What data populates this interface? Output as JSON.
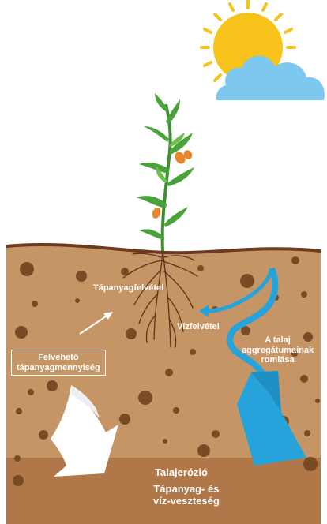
{
  "labels": {
    "nutrient_uptake": "Tápanyagfelvétel",
    "water_uptake": "Vízfelvétel",
    "available_nutrients_line1": "Felvehető",
    "available_nutrients_line2": "tápanyagmennyiség",
    "aggregate_line1": "A talaj",
    "aggregate_line2": "aggregátumainak",
    "aggregate_line3": "romlása",
    "erosion": "Talajerózió",
    "loss_line1": "Tápanyag- és",
    "loss_line2": "víz-veszteség"
  },
  "colors": {
    "soil": "#c59565",
    "soil_dark": "#b07848",
    "soil_top_line": "#6b3a1f",
    "pebble": "#7a4a25",
    "sun": "#f7c21a",
    "cloud": "#7dc8ee",
    "plant": "#4aa23a",
    "flower": "#e8872a",
    "water_arrow": "#27a3dc",
    "white_arrow": "#ffffff"
  },
  "icons": [
    "sun-icon",
    "cloud-icon",
    "plant-icon",
    "root-icon"
  ]
}
